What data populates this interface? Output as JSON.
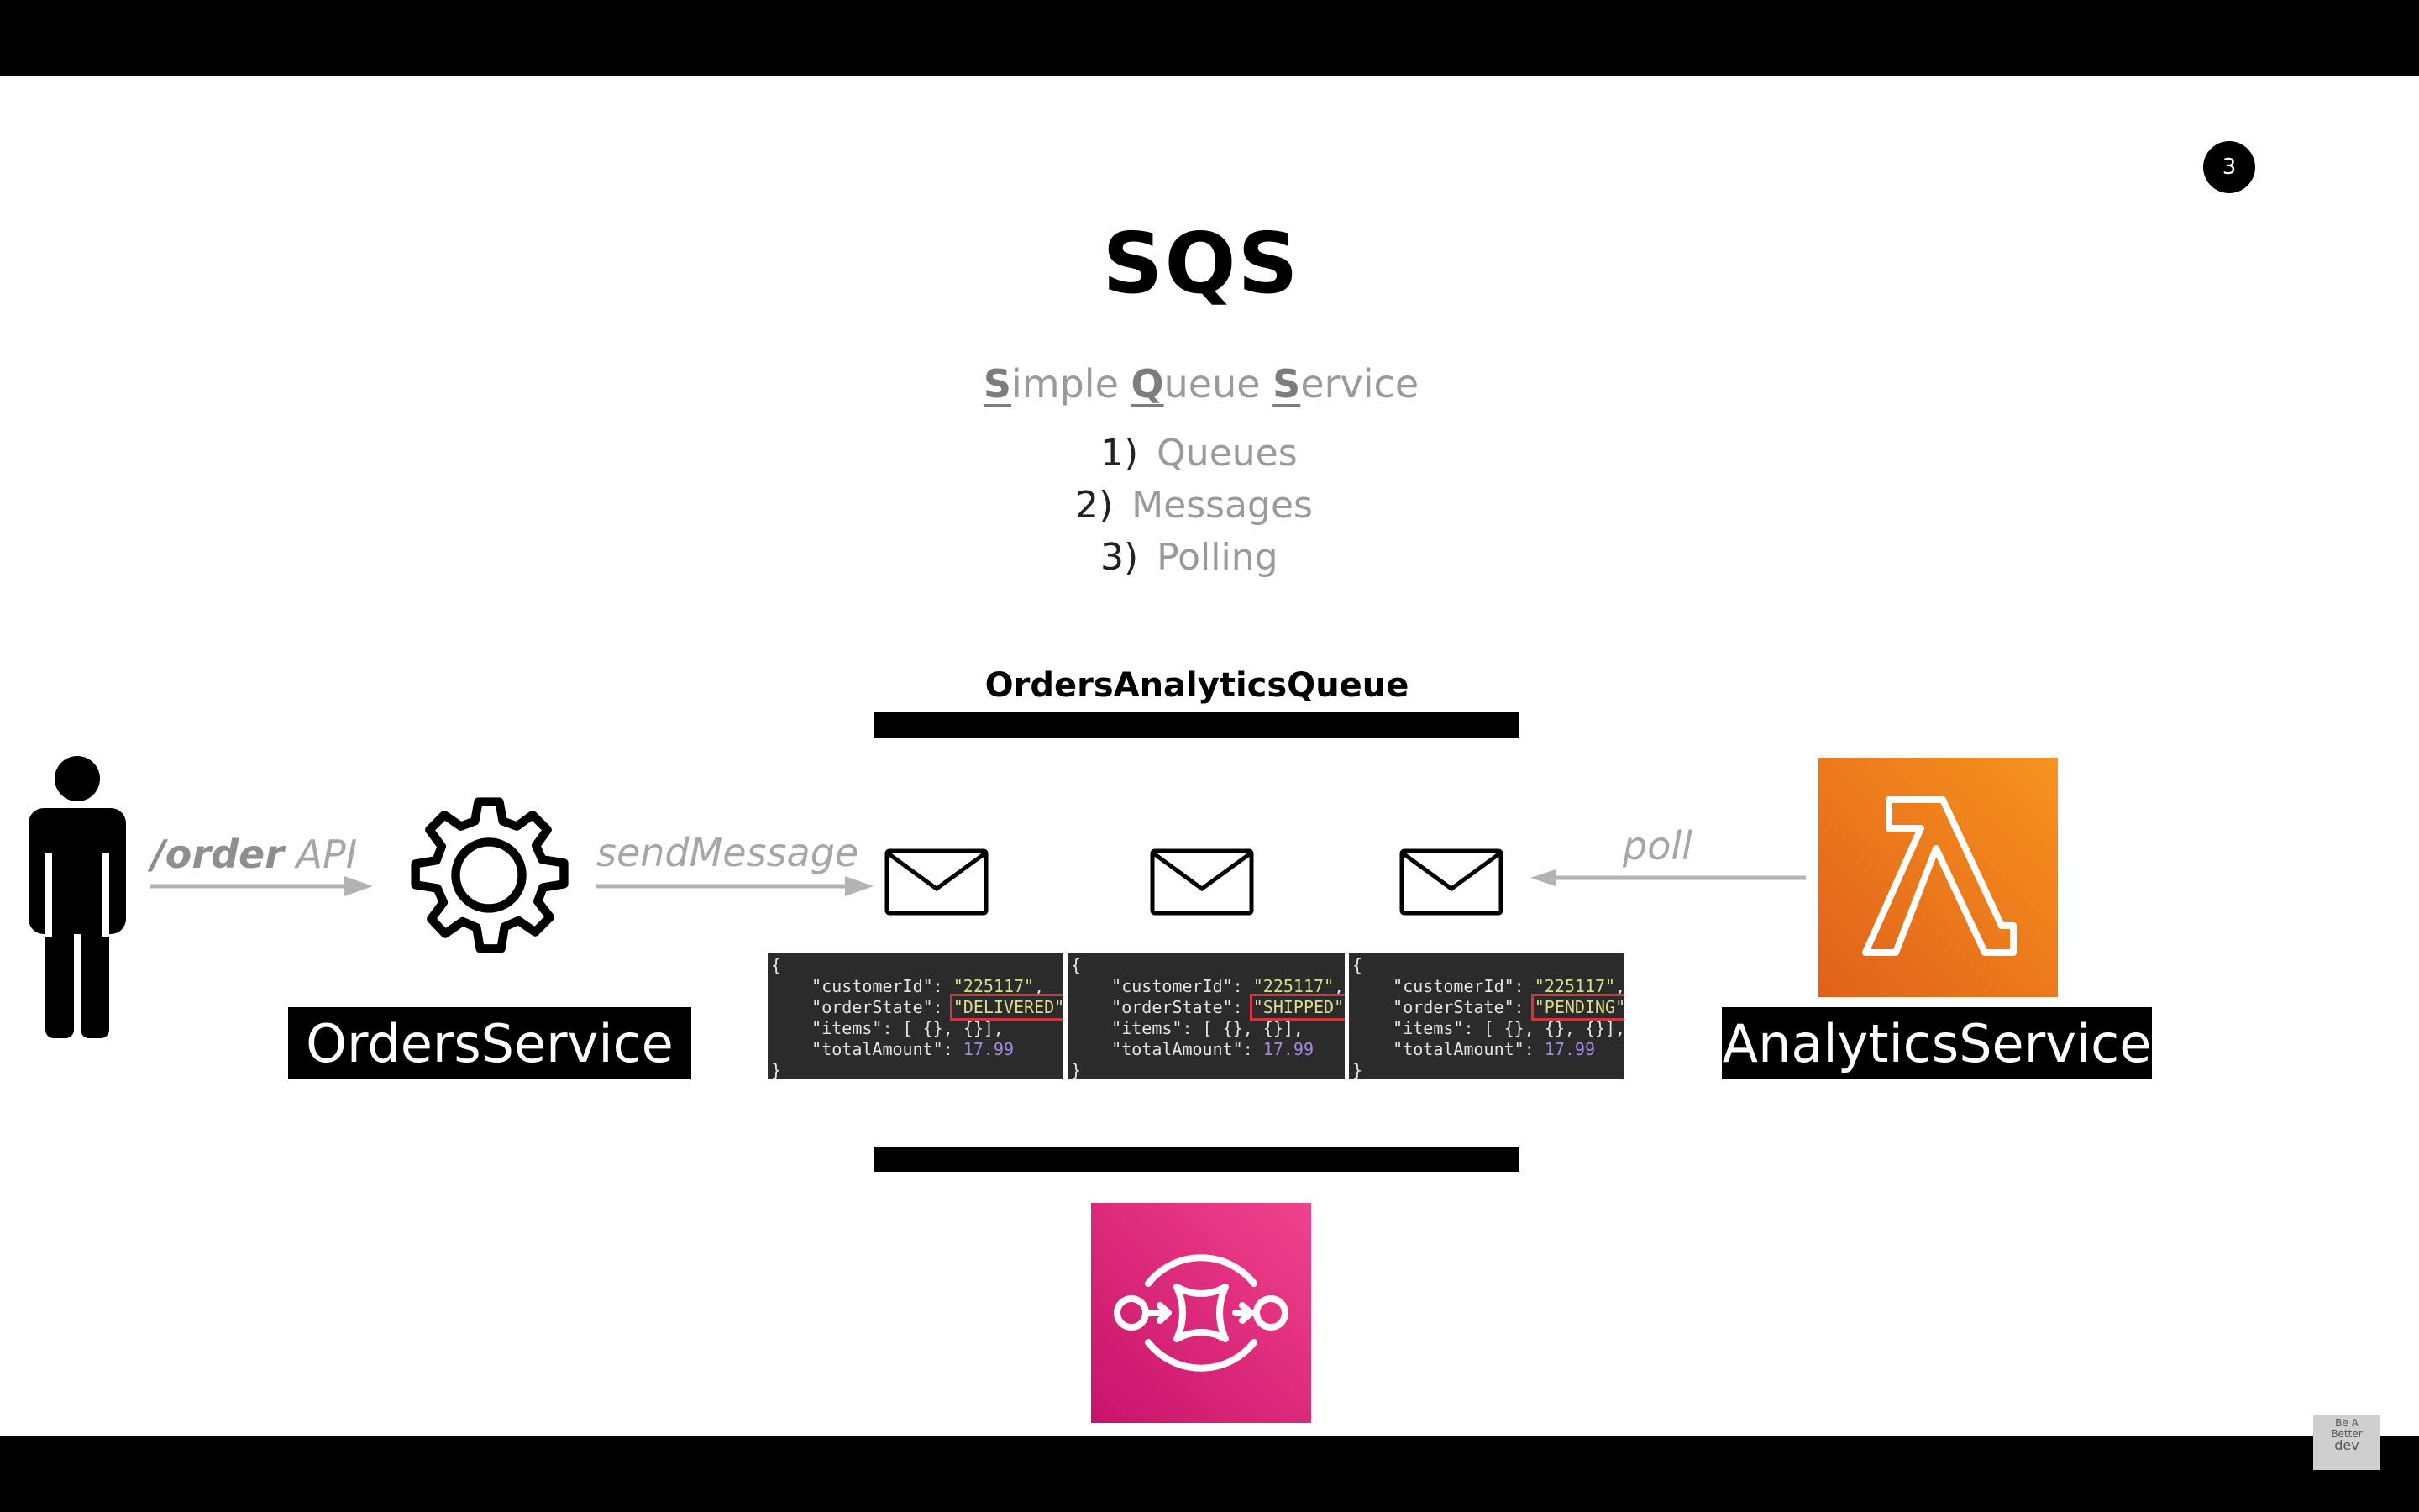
{
  "slide": {
    "number": "3",
    "title": "SQS",
    "subtitle": {
      "s1": "S",
      "r1": "imple ",
      "s2": "Q",
      "r2": "ueue ",
      "s3": "S",
      "r3": "ervice"
    },
    "points": [
      {
        "num": "1)",
        "text": "Queues"
      },
      {
        "num": "2)",
        "text": "Messages"
      },
      {
        "num": "3)",
        "text": "Polling"
      }
    ]
  },
  "diagram": {
    "queue_name": "OrdersAnalyticsQueue",
    "api_label_strong": "/order",
    "api_label_rest": " API",
    "send_label": "sendMessage",
    "poll_label": "poll",
    "producer": "OrdersService",
    "consumer": "AnalyticsService",
    "messages": [
      {
        "customerId": "\"225117\"",
        "orderState": "\"DELIVERED\"",
        "items": "[ {}, {}],",
        "totalAmount": "17.99"
      },
      {
        "customerId": "\"225117\"",
        "orderState": "\"SHIPPED\"",
        "items": "[ {}, {}],",
        "totalAmount": "17.99"
      },
      {
        "customerId": "\"225117\"",
        "orderState": "\"PENDING\"",
        "items": "[ {}, {}, {}],",
        "totalAmount": "17.99"
      }
    ],
    "code_keys": {
      "customerId": "\"customerId\": ",
      "orderState": "\"orderState\": ",
      "items": "\"items\": ",
      "totalAmount": "\"totalAmount\": ",
      "open": "{",
      "close": "}"
    }
  },
  "watermark": {
    "line1": "Be A",
    "line2": "Better",
    "line3": "dev"
  },
  "colors": {
    "lambda_orange_top": "#f7931e",
    "lambda_orange_bottom": "#e0611a",
    "sqs_pink_top": "#f0428c",
    "sqs_pink_bottom": "#c7136a",
    "arrow_gray": "#b3b3b3"
  }
}
